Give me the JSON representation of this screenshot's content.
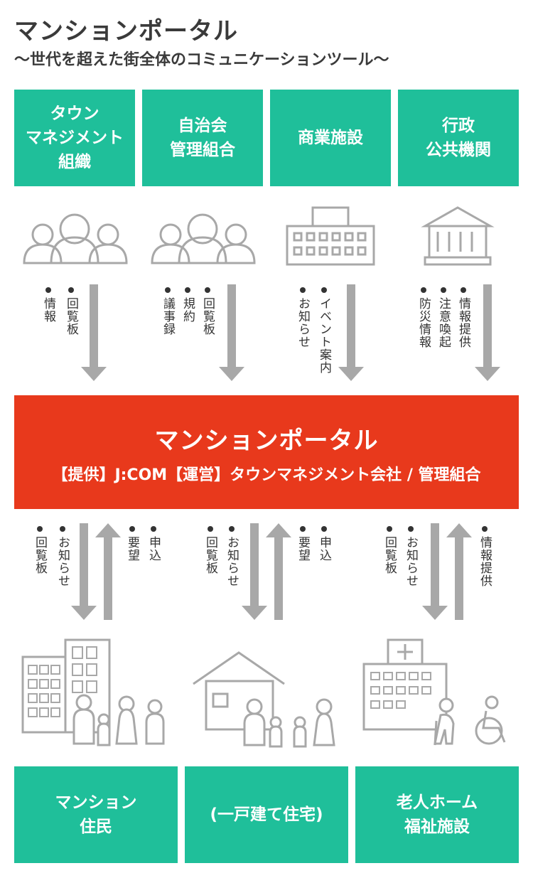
{
  "header": {
    "title": "マンションポータル",
    "subtitle": "〜世代を超えた街全体のコミュニケーションツール〜"
  },
  "top_boxes": [
    {
      "label": "タウン\nマネジメント\n組織"
    },
    {
      "label": "自治会\n管理組合"
    },
    {
      "label": "商業施設"
    },
    {
      "label": "行政\n公共機関"
    }
  ],
  "top_flows": [
    {
      "items": [
        "回覧板",
        "情報"
      ]
    },
    {
      "items": [
        "回覧板",
        "規約",
        "議事録"
      ]
    },
    {
      "items": [
        "イベント案内",
        "お知らせ"
      ]
    },
    {
      "items": [
        "情報提供",
        "注意喚起",
        "防災情報"
      ]
    }
  ],
  "portal": {
    "title": "マンションポータル",
    "subtitle": "【提供】J:COM【運営】タウンマネジメント会社 / 管理組合"
  },
  "bottom_flows": [
    {
      "down": [
        "お知らせ",
        "回覧板"
      ],
      "up": [
        "申込",
        "要望"
      ]
    },
    {
      "down": [
        "お知らせ",
        "回覧板"
      ],
      "up": [
        "申込",
        "要望"
      ]
    },
    {
      "down": [
        "お知らせ",
        "回覧板"
      ],
      "up": [
        "情報提供"
      ]
    }
  ],
  "bottom_boxes": [
    {
      "label": "マンション\n住民"
    },
    {
      "label": "(一戸建て住宅)"
    },
    {
      "label": "老人ホーム\n福祉施設"
    }
  ],
  "colors": {
    "teal": "#1fbf9a",
    "red": "#e8391c",
    "gray": "#a8a8a8"
  }
}
